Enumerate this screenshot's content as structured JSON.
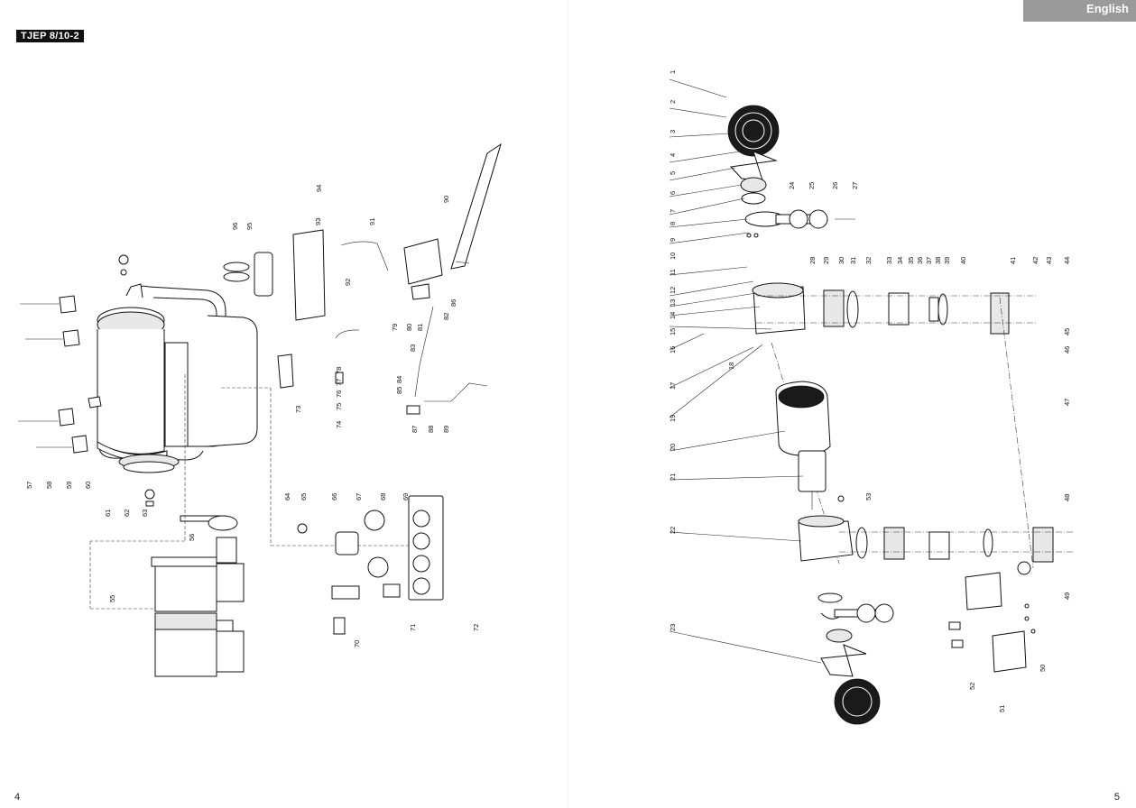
{
  "header": {
    "model_badge": "TJEP 8/10-2",
    "language_tab": "English"
  },
  "pages": {
    "left_number": "4",
    "right_number": "5"
  },
  "left_diagram": {
    "part_numbers": [
      "57",
      "58",
      "59",
      "60",
      "61",
      "62",
      "63",
      "64",
      "65",
      "66",
      "67",
      "68",
      "69",
      "70",
      "71",
      "72",
      "73",
      "74",
      "75",
      "76",
      "77",
      "78",
      "79",
      "80",
      "81",
      "82",
      "83",
      "84",
      "85",
      "86",
      "87",
      "88",
      "89",
      "90",
      "91",
      "92",
      "93",
      "94",
      "95",
      "96",
      "55",
      "56"
    ]
  },
  "right_diagram": {
    "part_numbers": [
      "1",
      "2",
      "3",
      "4",
      "5",
      "6",
      "7",
      "8",
      "9",
      "10",
      "11",
      "12",
      "13",
      "14",
      "15",
      "16",
      "17",
      "18",
      "19",
      "20",
      "21",
      "22",
      "23",
      "24",
      "25",
      "26",
      "27",
      "28",
      "29",
      "30",
      "31",
      "32",
      "33",
      "34",
      "35",
      "36",
      "37",
      "38",
      "39",
      "40",
      "41",
      "42",
      "43",
      "44",
      "45",
      "46",
      "47",
      "48",
      "49",
      "50",
      "51",
      "52",
      "53"
    ]
  }
}
